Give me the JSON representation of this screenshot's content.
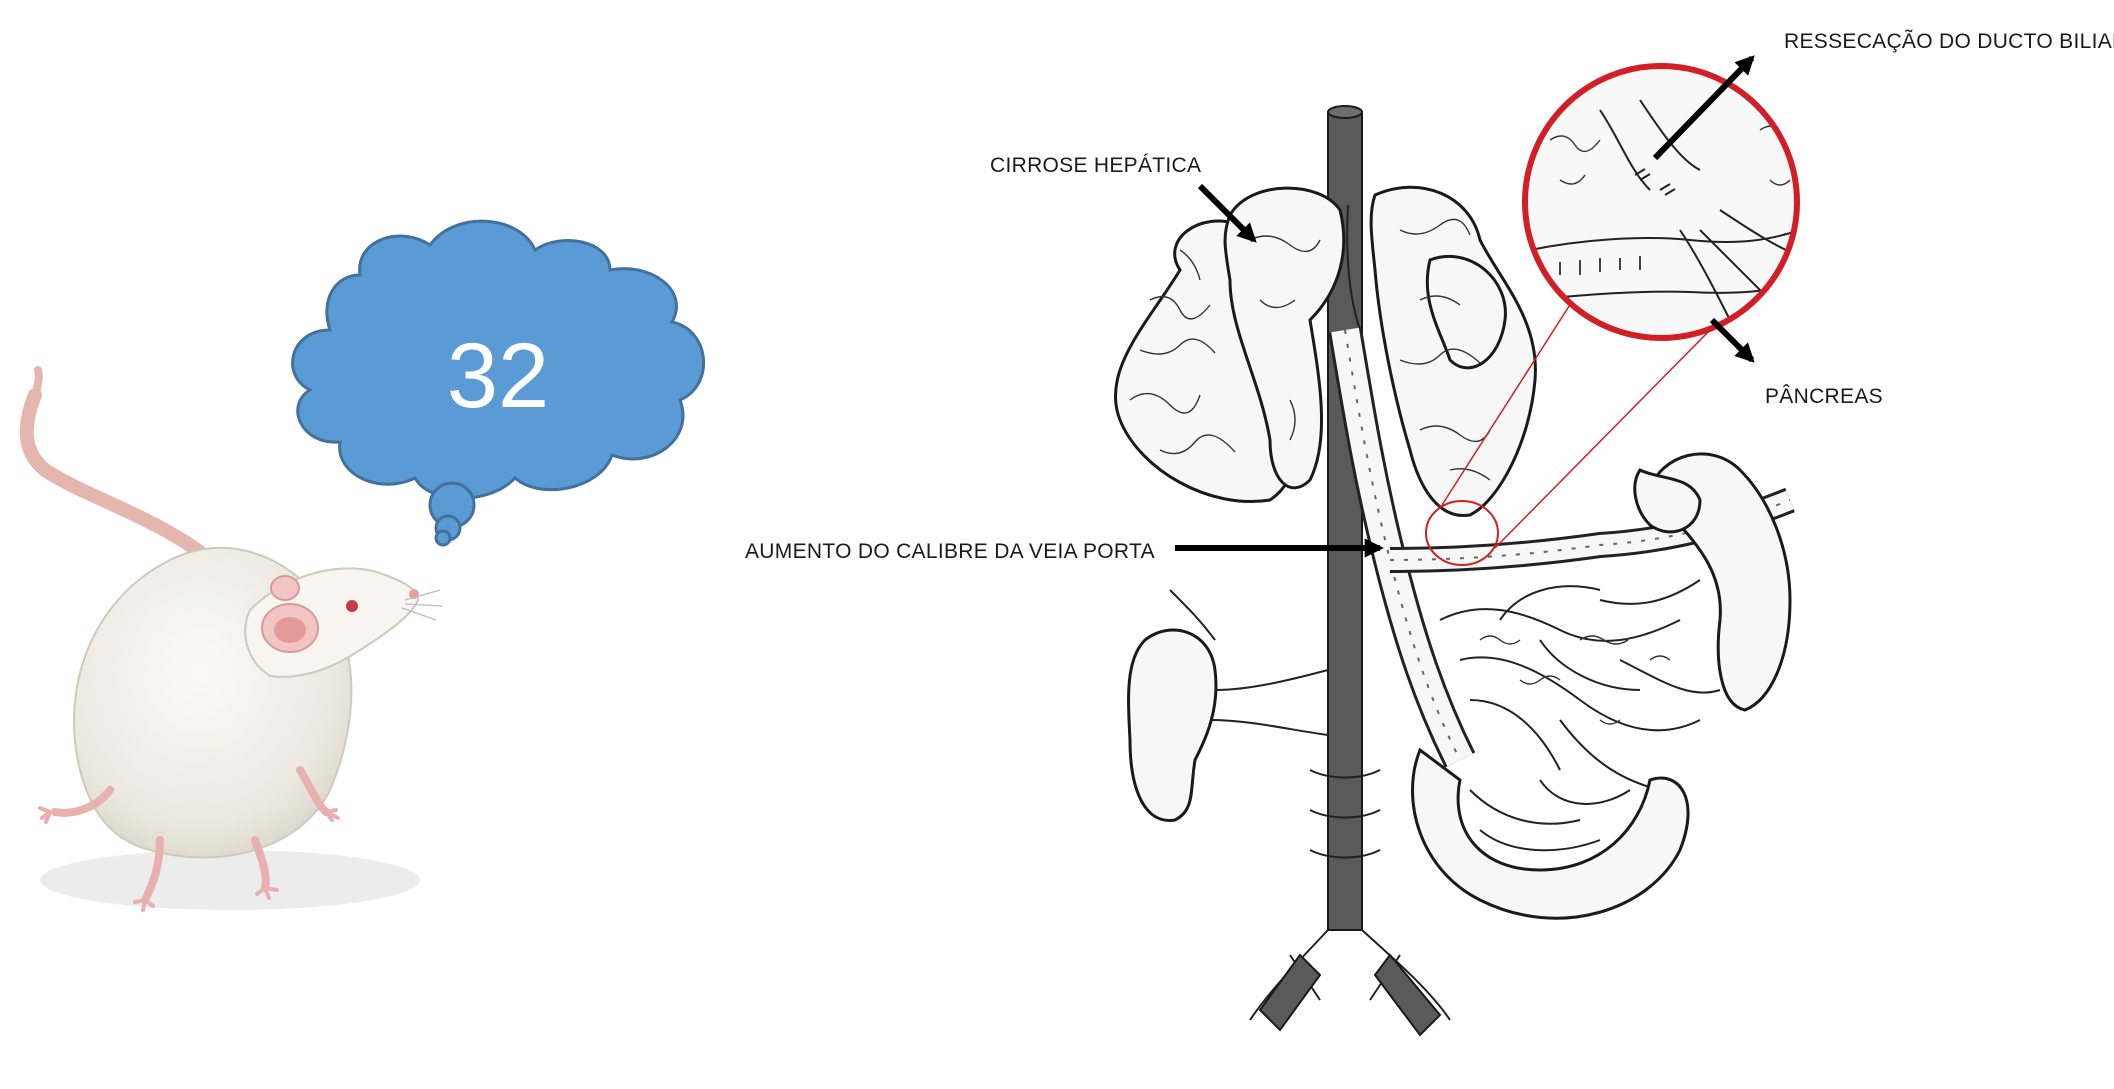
{
  "bubble": {
    "number": "32",
    "fill_color": "#5b9bd5",
    "stroke_color": "#41719c"
  },
  "labels": {
    "cirrose": "CIRROSE HEPÁTICA",
    "ressecacao": "RESSECAÇÃO DO DUCTO BILIAR",
    "pancreas": "PÂNCREAS",
    "veia_porta": "AUMENTO DO CALIBRE DA VEIA PORTA"
  },
  "colors": {
    "zoom_circle": "#d11f25",
    "rat_body": "#f4f2ec",
    "rat_pink": "#e8a6a6",
    "arrow": "#000000"
  },
  "icons": {
    "rat": "white-rat-illustration",
    "magnifier": "zoom-circle"
  }
}
